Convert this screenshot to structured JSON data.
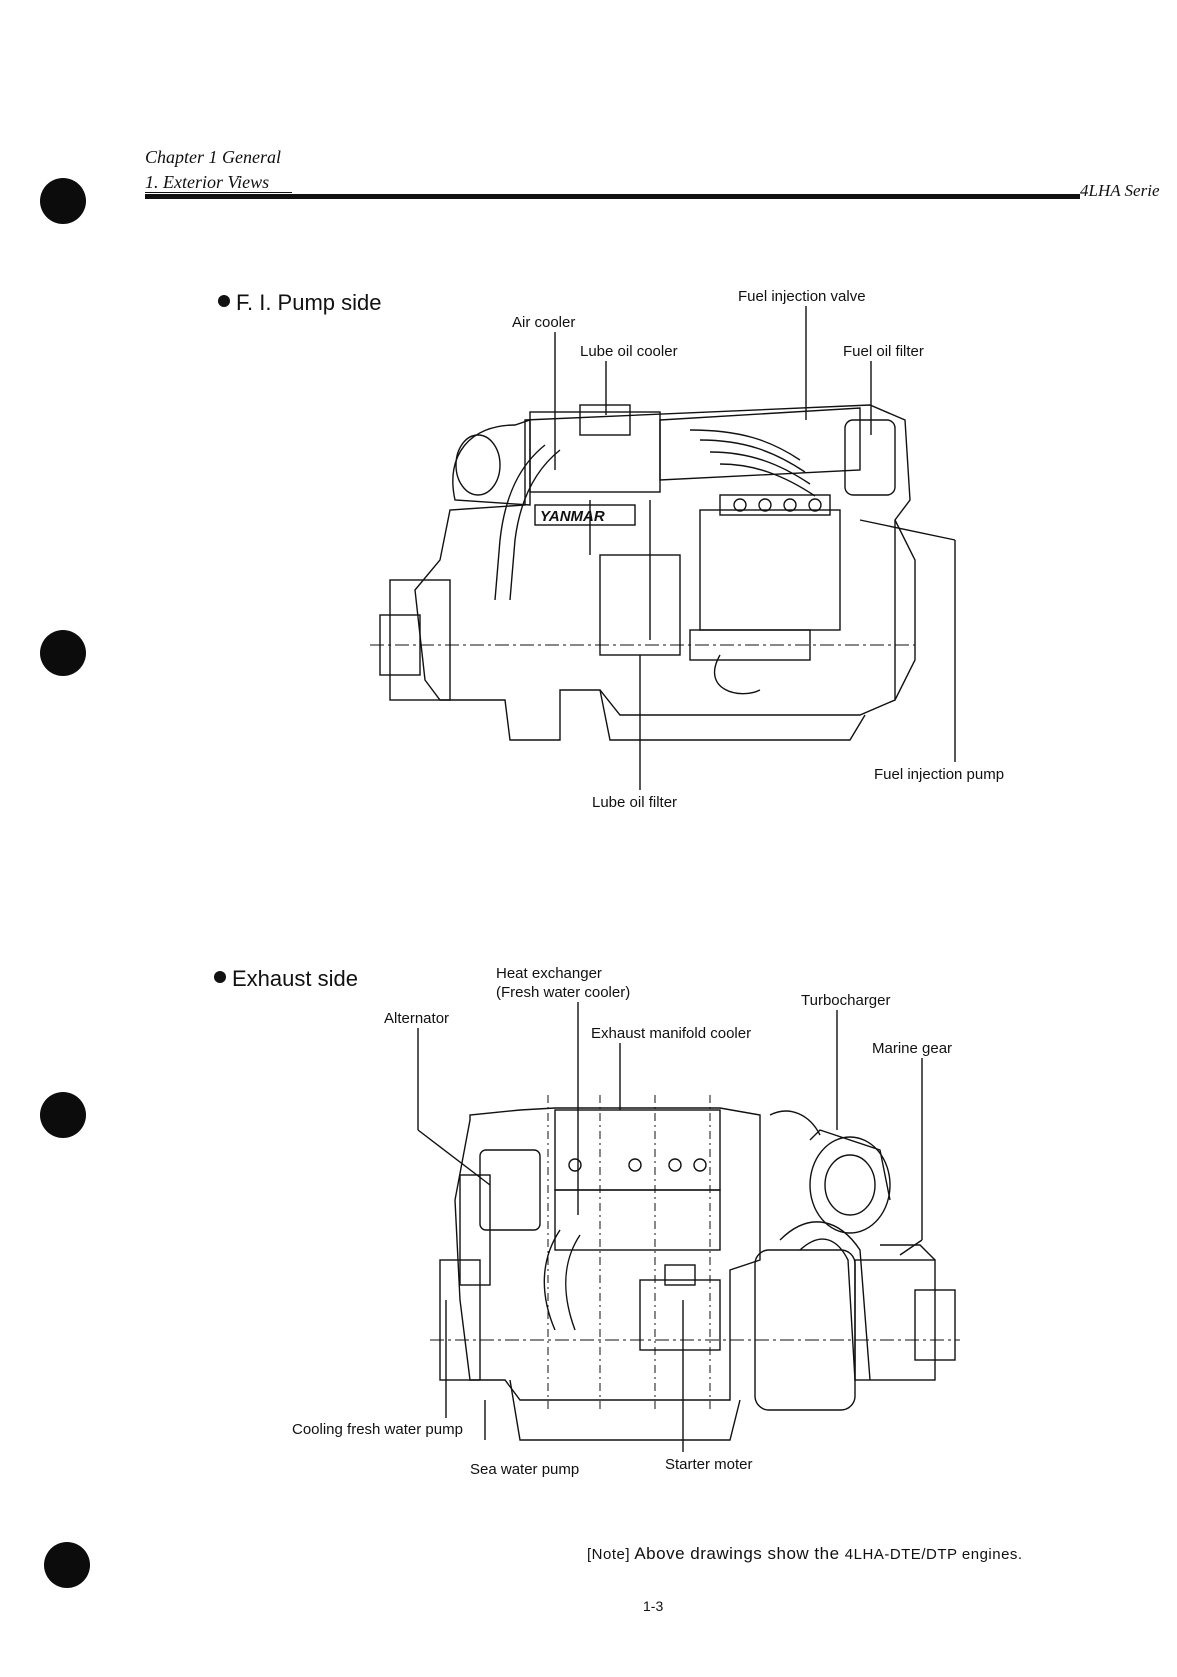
{
  "header": {
    "chapter": "Chapter 1 General",
    "section": "1. Exterior Views",
    "series": "4LHA Serie"
  },
  "fi_pump_side": {
    "title": "F. I. Pump side",
    "labels": {
      "air_cooler": "Air cooler",
      "lube_oil_cooler": "Lube oil cooler",
      "fuel_injection_valve": "Fuel injection valve",
      "fuel_oil_filter": "Fuel oil filter",
      "fuel_injection_pump": "Fuel injection pump",
      "lube_oil_filter": "Lube oil filter"
    },
    "brand": "YANMAR"
  },
  "exhaust_side": {
    "title": "Exhaust side",
    "labels": {
      "heat_exchanger_1": "Heat exchanger",
      "heat_exchanger_2": "(Fresh water cooler)",
      "alternator": "Alternator",
      "exhaust_manifold_cooler": "Exhaust manifold cooler",
      "turbocharger": "Turbocharger",
      "marine_gear": "Marine gear",
      "cooling_fresh_water_pump": "Cooling fresh water pump",
      "sea_water_pump": "Sea water pump",
      "starter_moter": "Starter moter"
    }
  },
  "note": {
    "tag": "[Note]",
    "text": "Above drawings show the",
    "models": "4LHA-DTE/DTP engines."
  },
  "page_number": "1-3"
}
